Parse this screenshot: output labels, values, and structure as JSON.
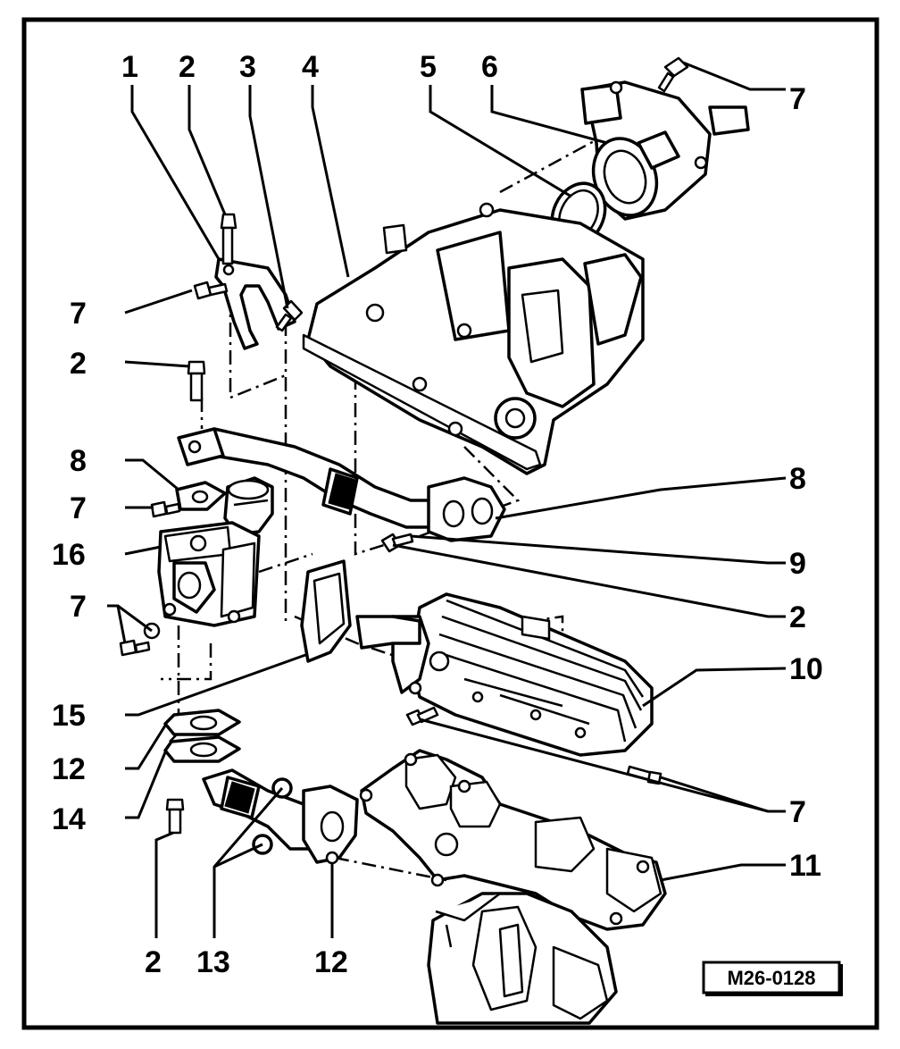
{
  "reference_code": "M26-0128",
  "callouts": {
    "c1": "1",
    "c2a": "2",
    "c3": "3",
    "c4": "4",
    "c5": "5",
    "c6": "6",
    "c7a": "7",
    "c7b": "7",
    "c2b": "2",
    "c8a": "8",
    "c7c": "7",
    "c16": "16",
    "c7d": "7",
    "c8b": "8",
    "c9": "9",
    "c2c": "2",
    "c10": "10",
    "c15": "15",
    "c12a": "12",
    "c14": "14",
    "c7e": "7",
    "c11": "11",
    "c2d": "2",
    "c13": "13",
    "c12b": "12"
  }
}
